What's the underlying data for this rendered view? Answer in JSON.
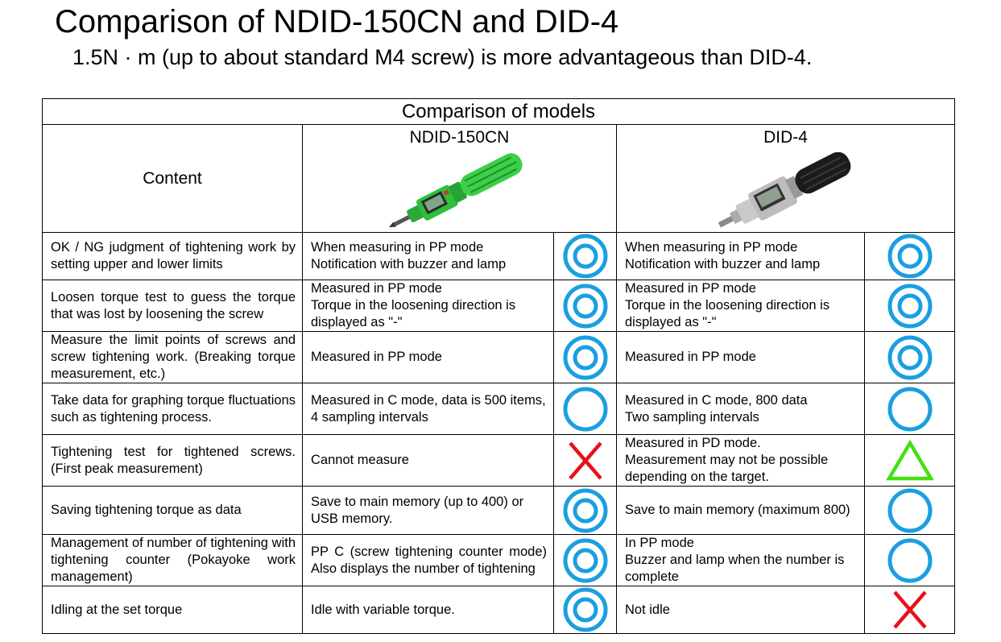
{
  "title": "Comparison of NDID-150CN and DID-4",
  "subtitle": "1.5N · m (up to about standard M4 screw) is more advantageous than DID-4.",
  "table": {
    "caption": "Comparison of models",
    "content_header": "Content",
    "models": [
      "NDID-150CN",
      "DID-4"
    ],
    "rows": [
      {
        "content": "OK / NG judgment of tightening work by setting upper and lower limits",
        "a": "When measuring in PP mode\nNotification with buzzer and lamp",
        "a_mark": "double-circle",
        "b": "When measuring in PP mode\nNotification with buzzer and lamp",
        "b_mark": "double-circle"
      },
      {
        "content": "Loosen torque test to guess the torque that was lost by loosening the screw",
        "a": "Measured in PP mode\nTorque in the loosening direction is displayed as \"-\"",
        "a_mark": "double-circle",
        "b": "Measured in PP mode\nTorque in the loosening direction is displayed as \"-\"",
        "b_mark": "double-circle"
      },
      {
        "content": "Measure the limit points of screws and screw tightening work. (Breaking torque measurement, etc.)",
        "a": "Measured in PP mode",
        "a_mark": "double-circle",
        "b": "Measured in PP mode",
        "b_mark": "double-circle"
      },
      {
        "content": "Take data for graphing torque fluctuations such as tightening process.",
        "a": "Measured in C mode, data is 500 items, 4 sampling intervals",
        "a_mark": "circle",
        "b": "Measured in C mode, 800 data\nTwo sampling intervals",
        "b_mark": "circle"
      },
      {
        "content": "Tightening test for tightened screws. (First peak measurement)",
        "a": "Cannot measure",
        "a_mark": "cross",
        "b": "Measured in PD mode.\nMeasurement may not be possible depending on the target.",
        "b_mark": "triangle"
      },
      {
        "content": "Saving tightening torque as data",
        "a": "Save to main memory (up to 400) or USB memory.",
        "a_mark": "double-circle",
        "b": "Save to main memory (maximum 800)",
        "b_mark": "circle"
      },
      {
        "content": "Management of number of tightening with tightening counter (Pokayoke work management)",
        "a": "PP C (screw tightening counter mode) Also displays the number of tightening",
        "a_mark": "double-circle",
        "b": "In PP mode\nBuzzer and lamp when the number is complete",
        "b_mark": "circle"
      },
      {
        "content": "Idling at the set torque",
        "a": "Idle with variable torque.",
        "a_mark": "double-circle",
        "b": "Not idle",
        "b_mark": "cross"
      }
    ]
  },
  "colors": {
    "circle": "#1a9fe0",
    "cross": "#e8101a",
    "triangle": "#44e010"
  },
  "icons": {
    "ndid": "green-torque-screwdriver-image",
    "did": "black-torque-driver-image"
  }
}
